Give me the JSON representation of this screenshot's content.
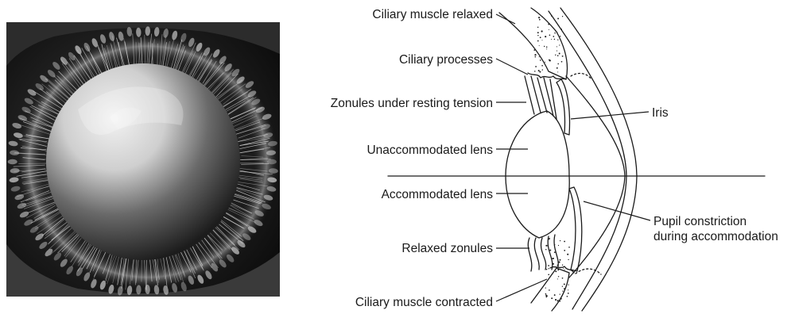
{
  "labels": {
    "ciliary_muscle_relaxed": "Ciliary muscle relaxed",
    "ciliary_processes": "Ciliary processes",
    "zonules_resting": "Zonules under resting tension",
    "unaccommodated_lens": "Unaccommodated lens",
    "accommodated_lens": "Accommodated lens",
    "relaxed_zonules": "Relaxed zonules",
    "ciliary_muscle_contracted": "Ciliary muscle contracted",
    "iris": "Iris",
    "pupil_line1": "Pupil constriction",
    "pupil_line2": "during accommodation"
  },
  "colors": {
    "ink": "#1a1a1a",
    "micrograph_dark": "#0e0e0e",
    "micrograph_light": "#e4e4e4"
  }
}
